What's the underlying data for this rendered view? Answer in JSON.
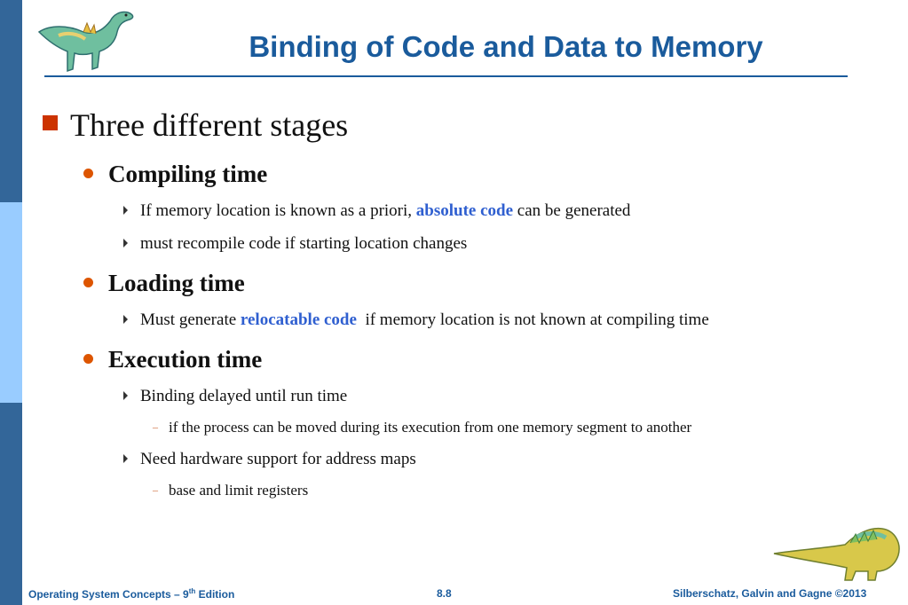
{
  "title": "Binding of Code and Data to Memory",
  "colors": {
    "title": "#1a5b9c",
    "sidebar_dark": "#336699",
    "sidebar_light": "#99ccff",
    "highlight": "#2f5fd0",
    "bullet": "#dd5500"
  },
  "bullet1": "Three different stages",
  "compiling": {
    "heading": "Compiling time",
    "item1_pre": "If memory location is known as a priori, ",
    "item1_hl": "absolute code",
    "item1_post": " can be generated",
    "item2": "must recompile code if starting location changes"
  },
  "loading": {
    "heading": "Loading time",
    "item1_pre": "Must generate ",
    "item1_hl": "relocatable code",
    "item1_post": "  if memory location is not known at compiling time"
  },
  "execution": {
    "heading": "Execution time",
    "item1": "Binding delayed until run time",
    "item1_sub": "if the process can be moved during its execution from one memory segment to another",
    "item2": "Need hardware support for address maps",
    "item2_sub": "base and limit registers"
  },
  "footer": {
    "left_pre": "Operating System Concepts – 9",
    "left_sup": "th",
    "left_post": " Edition",
    "center": "8.8",
    "right": "Silberschatz, Galvin and Gagne ©2013"
  }
}
